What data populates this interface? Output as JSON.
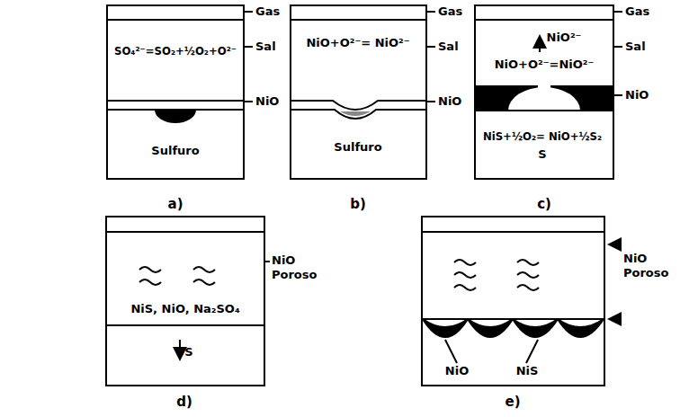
{
  "diagram": {
    "nodes": [
      {
        "text": [
          "SO₄²⁻=SO₂+½O₂+O²⁻",
          "Sulfuro"
        ]
      },
      {
        "text": [
          "NiO+O²⁻= NiO²⁻",
          "Sulfuro"
        ]
      },
      {
        "text": [
          "NiO²⁻",
          "NiO+O²⁻=NiO²⁻",
          "NiS+½O₂= NiO+½S₂",
          "S"
        ]
      },
      {
        "text": [
          "NiS, NiO, Na₂SO₄",
          "S"
        ]
      },
      {
        "text": [
          "NiO",
          "NiS"
        ]
      }
    ],
    "labels": [
      "Gas",
      "Sal",
      "NiO",
      "a)",
      "Gas",
      "Sal",
      "NiO",
      "b)",
      "Gas",
      "Sal",
      "NiO",
      "c)",
      "NiO Poroso",
      "d)",
      "NiO Poroso",
      "e)"
    ]
  }
}
